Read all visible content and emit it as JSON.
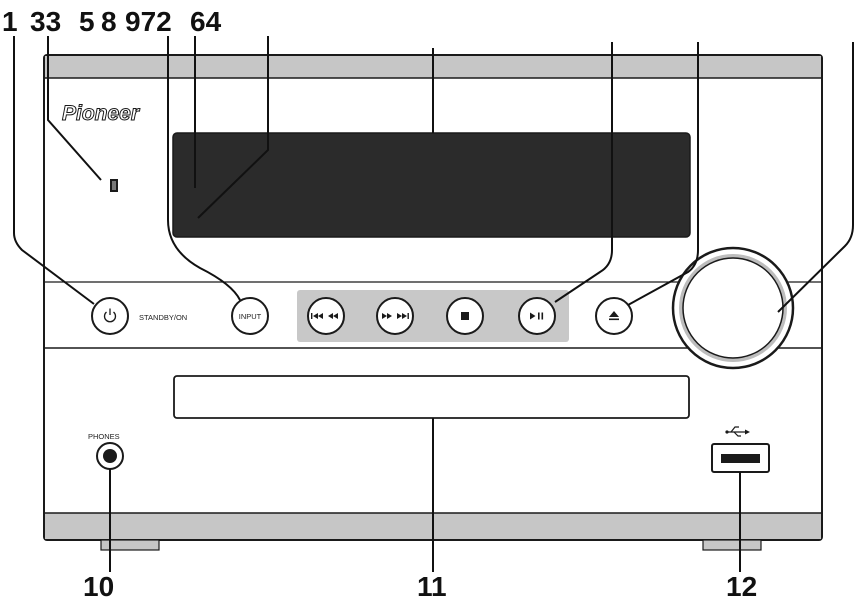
{
  "callouts": {
    "top": [
      "1",
      "33",
      "5",
      "8",
      "972",
      "64"
    ],
    "bottom": [
      "10",
      "11",
      "12"
    ]
  },
  "brand": "Pioneer",
  "labels": {
    "standby": "STANDBY/ON",
    "input": "INPUT",
    "phones": "PHONES"
  },
  "icons": {
    "power": "power-icon",
    "prev": "skip-back-icon",
    "next": "skip-forward-icon",
    "stop": "stop-icon",
    "play_pause": "play-pause-icon",
    "eject": "eject-icon",
    "usb": "usb-icon",
    "sensor": "remote-sensor-icon"
  },
  "colors": {
    "line": "#1a1a1a",
    "panel": "#ffffff",
    "display": "#2b2b2b",
    "button_bar": "#c8c8c8",
    "shade": "#bdbdbd"
  }
}
